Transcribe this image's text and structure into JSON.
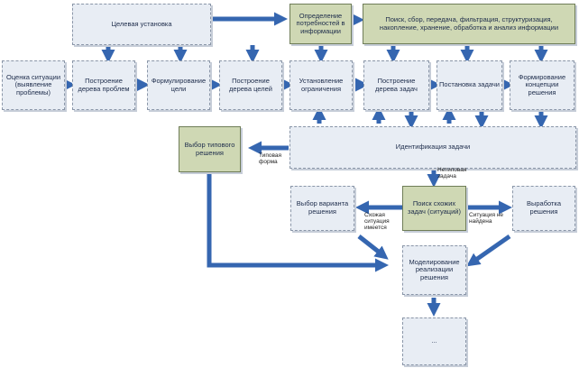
{
  "nodes": {
    "target": "Целевая установка",
    "info_need": "Определение потребностей в информации",
    "info_processing": "Поиск, сбор, передача, фильтрация, структуризация, накопление, хранение, обработка и анализ информации",
    "assess": "Оценка ситуации (выявление проблемы)",
    "problem_tree": "Построение дерева проблем",
    "formulate": "Формулирование цели",
    "goal_tree": "Построение дерева целей",
    "constraints": "Установление ограничения",
    "task_tree": "Построение дерева задач",
    "task_setting": "Постановка задачи",
    "concept": "Формирование концепции решения",
    "typical": "Выбор типового решения",
    "identification": "Идентификация задачи",
    "variant": "Выбор варианта решения",
    "similar": "Поиск схожих задач (ситуаций)",
    "develop": "Выработка решения",
    "model": "Моделирование реализации решения",
    "final": "..."
  },
  "edge_labels": {
    "typical_form": "Типовая форма",
    "nontypical": "Нетиповая задача",
    "similar_exists": "Схожая ситуация имеется",
    "no_similar": "Ситуация не найдена"
  }
}
